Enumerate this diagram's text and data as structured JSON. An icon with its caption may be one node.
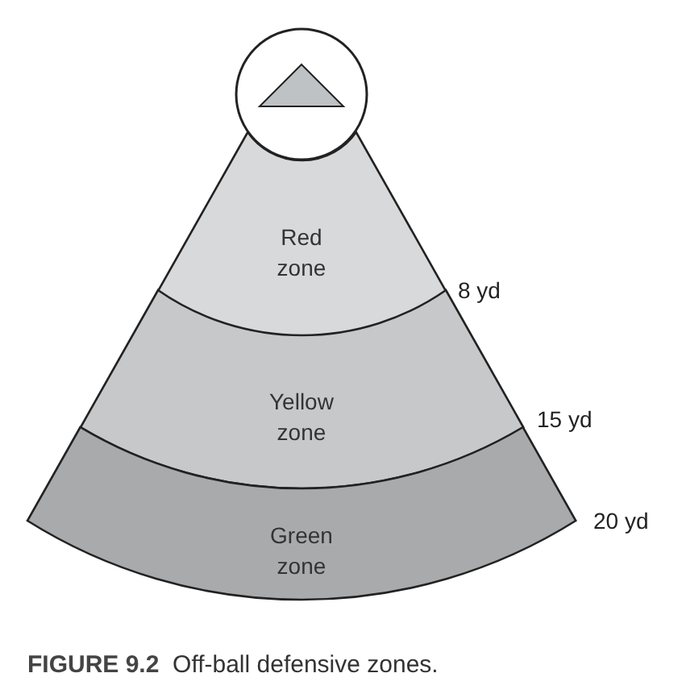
{
  "diagram": {
    "caption": "**FIGURE 9.2**  Off-ball defensive zones.",
    "nodes": [
      {
        "text": [
          "Red zone"
        ]
      },
      {
        "text": [
          "Yellow zone"
        ]
      },
      {
        "text": [
          "Green zone"
        ]
      }
    ],
    "labels": [
      "8 yd",
      "15 yd",
      "20 yd"
    ]
  }
}
